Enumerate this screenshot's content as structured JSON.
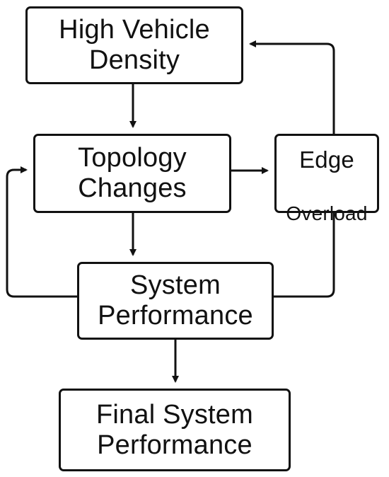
{
  "nodes": {
    "high_vehicle_density": "High Vehicle\nDensity",
    "topology_changes": "Topology\nChanges",
    "edge_overload_line1": "Edge",
    "edge_overload_line2": "Overload",
    "system_performance": "System\nPerformance",
    "final_system_performance": "Final System\nPerformance"
  },
  "edges": [
    {
      "from": "High Vehicle Density",
      "to": "Topology Changes"
    },
    {
      "from": "Topology Changes",
      "to": "Edge Overload"
    },
    {
      "from": "Topology Changes",
      "to": "System Performance"
    },
    {
      "from": "Edge Overload",
      "to": "High Vehicle Density"
    },
    {
      "from": "System Performance",
      "to": "Topology Changes"
    },
    {
      "from": "System Performance",
      "to": "Final System Performance"
    }
  ]
}
